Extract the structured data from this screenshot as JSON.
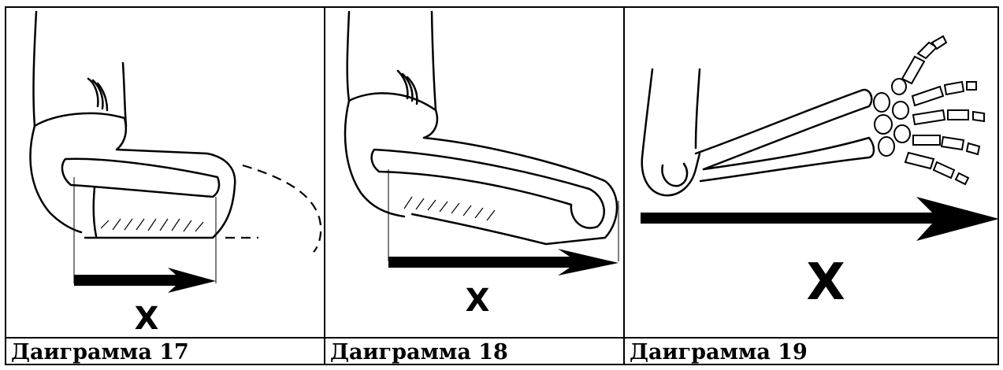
{
  "cells": [
    {
      "caption": "Даиграмма 17",
      "axis_label": "X"
    },
    {
      "caption": "Даиграмма 18",
      "axis_label": "X"
    },
    {
      "caption": "Даиграмма 19",
      "axis_label": "X"
    }
  ]
}
